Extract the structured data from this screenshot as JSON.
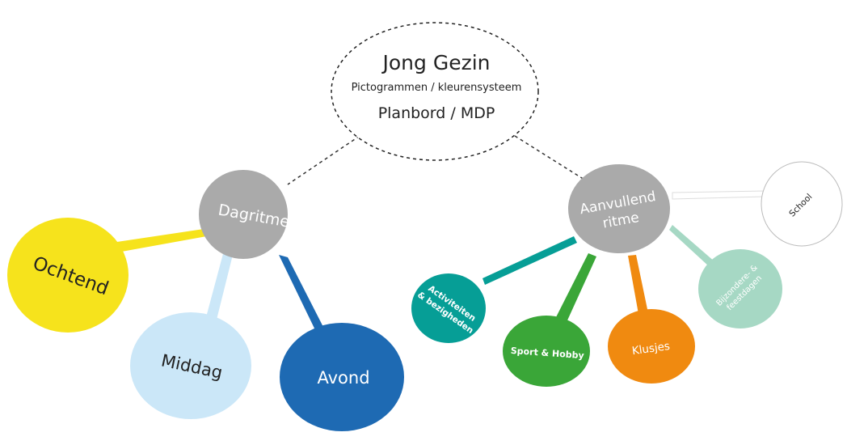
{
  "center": {
    "title": "Jong Gezin",
    "subtitle": "Pictogrammen / kleurensysteem",
    "line3": "Planbord / MDP"
  },
  "dagritme": {
    "label": "Dagritme",
    "color": "#aaaaaa",
    "children": {
      "ochtend": {
        "label": "Ochtend",
        "color": "#f6e31c"
      },
      "middag": {
        "label": "Middag",
        "color": "#cbe7f8"
      },
      "avond": {
        "label": "Avond",
        "color": "#1e6ab3"
      }
    }
  },
  "aanvullend": {
    "line1": "Aanvullend",
    "line2": "ritme",
    "color": "#aaaaaa",
    "children": {
      "activiteiten": {
        "line1": "Activiteiten",
        "line2": "& bezigheden",
        "color": "#069e96"
      },
      "sport": {
        "label": "Sport & Hobby",
        "color": "#3aa638"
      },
      "klusjes": {
        "label": "Klusjes",
        "color": "#f08a10"
      },
      "bijzondere": {
        "line1": "Bijzondere- &",
        "line2": "feestdagen",
        "color": "#a6d8c4"
      },
      "school": {
        "label": "School",
        "color": "#ffffff"
      }
    }
  }
}
